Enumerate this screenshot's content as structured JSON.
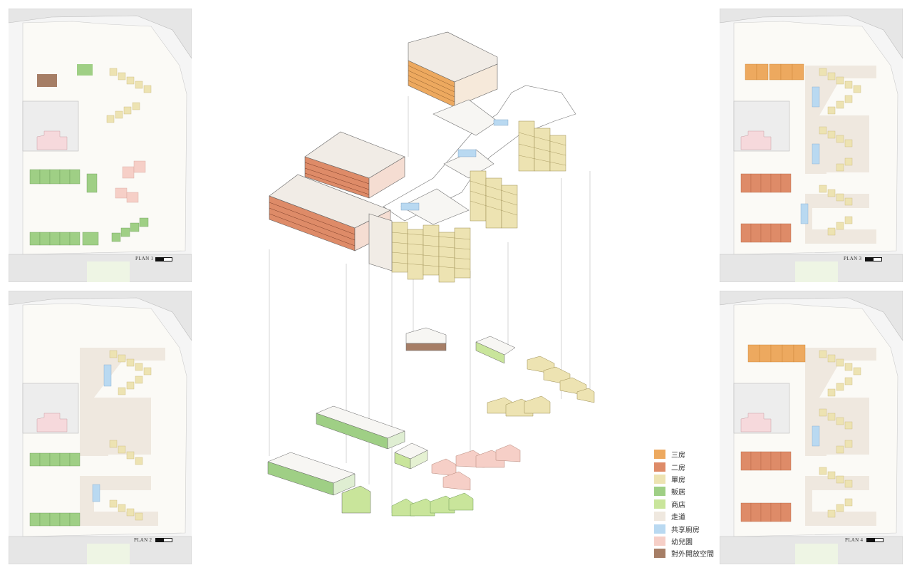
{
  "plans": [
    {
      "id": "plan1",
      "label": "PLAN 1"
    },
    {
      "id": "plan2",
      "label": "PLAN 2"
    },
    {
      "id": "plan3",
      "label": "PLAN 3"
    },
    {
      "id": "plan4",
      "label": "PLAN 4"
    }
  ],
  "legend": [
    {
      "label": "三房",
      "color": "#eda95f"
    },
    {
      "label": "二房",
      "color": "#de8b68"
    },
    {
      "label": "單房",
      "color": "#ede3b2"
    },
    {
      "label": "販居",
      "color": "#9fcf85"
    },
    {
      "label": "商店",
      "color": "#c9e59b"
    },
    {
      "label": "走道",
      "color": "#efe8df"
    },
    {
      "label": "共享廚房",
      "color": "#b9d9f1"
    },
    {
      "label": "幼兒園",
      "color": "#f6cfc7"
    },
    {
      "label": "對外開放空間",
      "color": "#a67e66"
    }
  ],
  "colors": {
    "three_room": "#eda95f",
    "two_room": "#de8b68",
    "single": "#ede3b2",
    "shop_home": "#9fcf85",
    "shop": "#c9e59b",
    "corridor": "#efe8df",
    "kitchen": "#b9d9f1",
    "kindergarten": "#f6cfc7",
    "open_space": "#a67e66",
    "site_bg": "#f5f5f5",
    "block": "#e8e8e8",
    "courtyard": "#fbfaf6"
  }
}
